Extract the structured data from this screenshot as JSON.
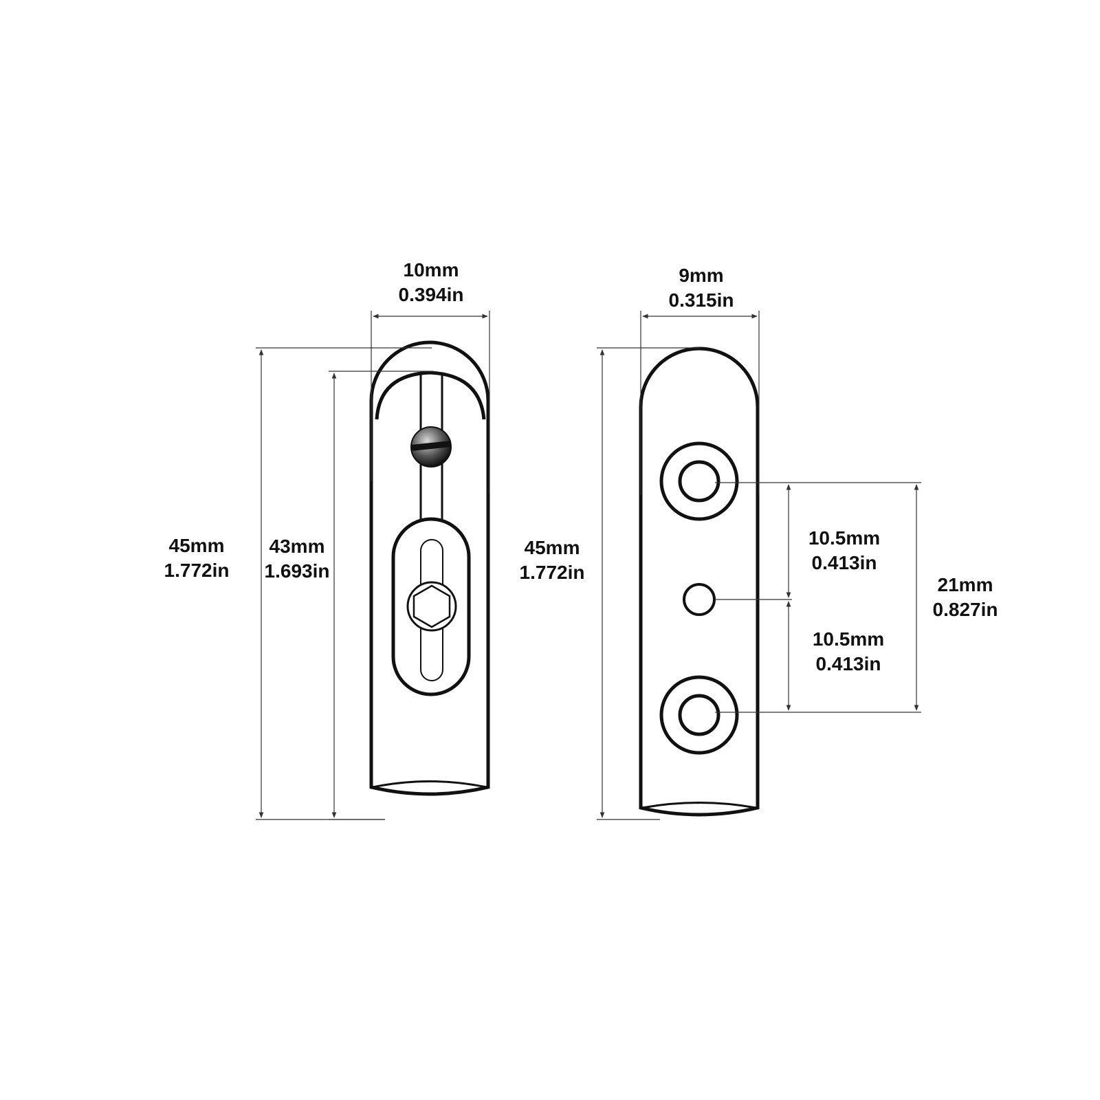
{
  "front_view": {
    "width": {
      "mm": "10mm",
      "in": "0.394in"
    },
    "total_height": {
      "mm": "45mm",
      "in": "1.772in"
    },
    "inner_height": {
      "mm": "43mm",
      "in": "1.693in"
    }
  },
  "side_view": {
    "width": {
      "mm": "9mm",
      "in": "0.315in"
    },
    "total_height": {
      "mm": "45mm",
      "in": "1.772in"
    },
    "upper_spacing": {
      "mm": "10.5mm",
      "in": "0.413in"
    },
    "lower_spacing": {
      "mm": "10.5mm",
      "in": "0.413in"
    },
    "hole_span": {
      "mm": "21mm",
      "in": "0.827in"
    }
  },
  "colors": {
    "line": "#111111",
    "background": "#ffffff"
  }
}
